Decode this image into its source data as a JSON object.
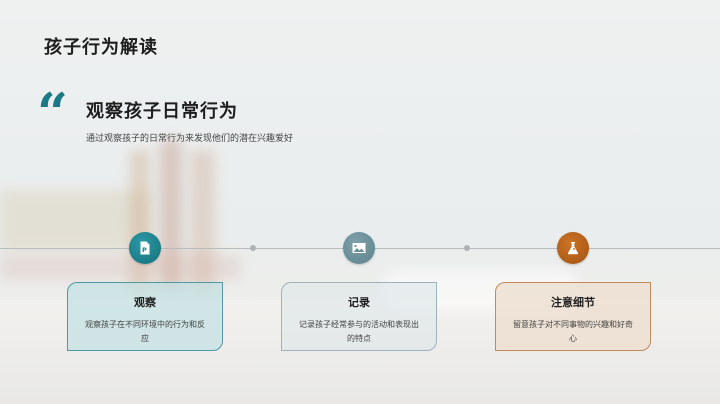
{
  "slide": {
    "title": "孩子行为解读",
    "quote_icon": "quote-mark-icon",
    "quote_mark": "“",
    "subtitle": "观察孩子日常行为",
    "description": "通过观察孩子的日常行为来发现他们的潜在兴趣爱好"
  },
  "colors": {
    "teal": "#197a86",
    "slate": "#6a8f99",
    "orange": "#b55e14",
    "line": "#b7bcbd"
  },
  "timeline": {
    "steps": [
      {
        "icon": "document-p-icon",
        "title": "观察",
        "text": "观察孩子在不同环境中的行为和反应",
        "color": "#197a86",
        "card_bg": "rgba(190,222,226,0.65)",
        "card_border": "#4e9aa4"
      },
      {
        "icon": "image-icon",
        "title": "记录",
        "text": "记录孩子经常参与的活动和表现出的特点",
        "color": "#6a8f99",
        "card_bg": "rgba(222,230,234,0.65)",
        "card_border": "#9db2ba"
      },
      {
        "icon": "flask-icon",
        "title": "注意细节",
        "text": "留意孩子对不同事物的兴趣和好奇心",
        "color": "#b55e14",
        "card_bg": "rgba(236,222,206,0.75)",
        "card_border": "#c08a5a"
      }
    ]
  }
}
